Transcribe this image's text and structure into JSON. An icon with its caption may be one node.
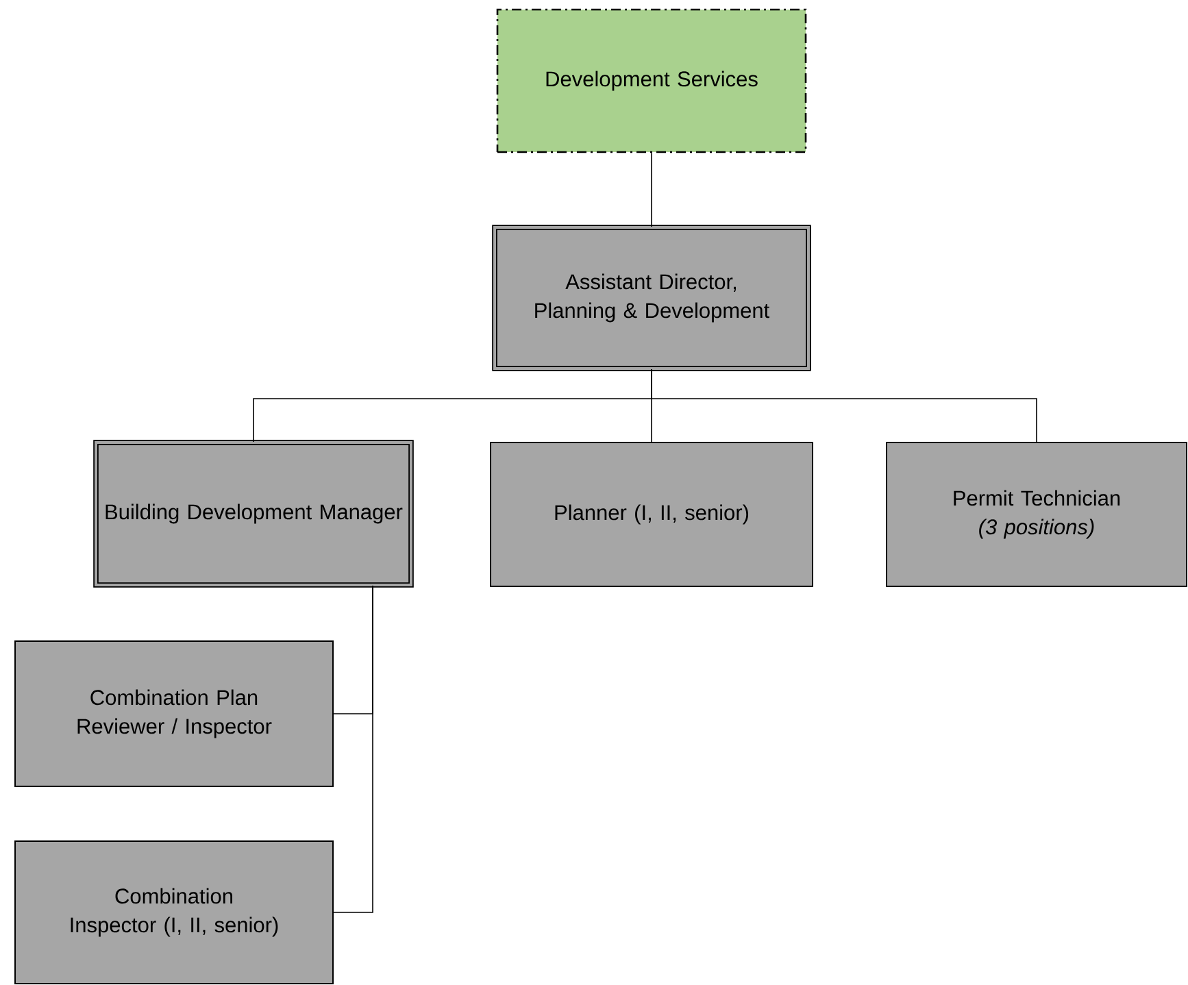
{
  "diagram": {
    "nodes": [
      {
        "text": [
          "Development Services"
        ]
      },
      {
        "text": [
          "Assistant Director, Planning & Development"
        ]
      },
      {
        "text": [
          "Building Development Manager"
        ]
      },
      {
        "text": [
          "Planner (I, II, senior)"
        ]
      },
      {
        "text": [
          "Permit Technician",
          "(3 positions)"
        ]
      },
      {
        "text": [
          "Combination Plan Reviewer / Inspector"
        ]
      },
      {
        "text": [
          "Combination Inspector (I, II, senior)"
        ]
      }
    ],
    "edges": [
      {
        "from": 0,
        "to": 1,
        "arrow": "none"
      },
      {
        "from": 1,
        "to": 2,
        "arrow": "none"
      },
      {
        "from": 1,
        "to": 3,
        "arrow": "none"
      },
      {
        "from": 1,
        "to": 4,
        "arrow": "none"
      },
      {
        "from": 2,
        "to": 5,
        "arrow": "none"
      },
      {
        "from": 2,
        "to": 6,
        "arrow": "none"
      }
    ]
  }
}
